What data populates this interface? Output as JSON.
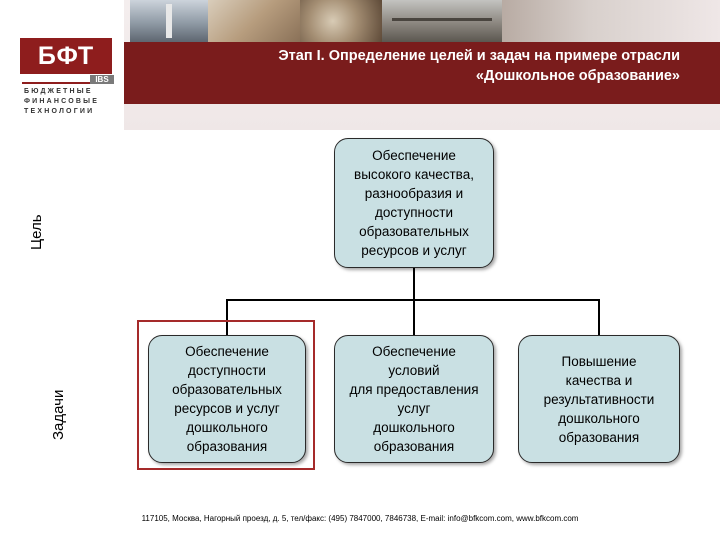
{
  "logo": {
    "brand": "БФТ",
    "badge": "IBS",
    "subtitle_lines": [
      "БЮДЖЕТНЫЕ",
      "ФИНАНСОВЫЕ",
      "ТЕХНОЛОГИИ"
    ]
  },
  "header": {
    "title_line_1": "Этап I. Определение целей и задач на примере отрасли",
    "title_line_2": "«Дошкольное образование»"
  },
  "labels": {
    "goal": "Цель",
    "tasks": "Задачи"
  },
  "diagram": {
    "goal": {
      "lines": [
        "Обеспечение",
        "высокого качества,",
        "разнообразия и",
        "доступности",
        "образовательных",
        "ресурсов  и услуг"
      ]
    },
    "tasks": [
      {
        "lines": [
          "Обеспечение",
          "доступности",
          "образовательных",
          "ресурсов и услуг",
          "дошкольного",
          "образования"
        ],
        "highlighted": true
      },
      {
        "lines": [
          "Обеспечение",
          "условий",
          "для предоставления",
          "услуг",
          "дошкольного",
          "образования"
        ],
        "highlighted": false
      },
      {
        "lines": [
          "Повышение",
          "качества и",
          "результативности",
          "дошкольного",
          "образования"
        ],
        "highlighted": false
      }
    ]
  },
  "footer": {
    "text": "117105, Москва, Нагорный проезд, д. 5, тел/факс: (495) 7847000, 7846738, E-mail: info@bfkcom.com, www.bfkcom.com"
  },
  "colors": {
    "brand_red": "#7a1c1c",
    "node_fill": "#c9e0e3",
    "highlight": "#a52a2a"
  }
}
